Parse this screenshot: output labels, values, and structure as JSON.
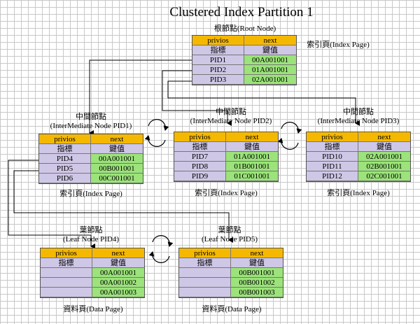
{
  "title": "Clustered Index Partition 1",
  "root": {
    "caption": "根節點(Root Node)",
    "page_label": "索引頁(Index Page)",
    "header": [
      "privios",
      "next"
    ],
    "subheader": [
      "指標",
      "鍵值"
    ],
    "rows": [
      [
        "PID1",
        "00A001001"
      ],
      [
        "PID2",
        "01A001001"
      ],
      [
        "PID3",
        "02A001001"
      ]
    ]
  },
  "intermediate": [
    {
      "caption1": "中間節點",
      "caption2": "(InterMediate Node PID1)",
      "page_label": "索引頁(Index Page)",
      "header": [
        "privios",
        "next"
      ],
      "subheader": [
        "指標",
        "鍵值"
      ],
      "rows": [
        [
          "PID4",
          "00A001001"
        ],
        [
          "PID5",
          "00B001001"
        ],
        [
          "PID6",
          "00C001001"
        ]
      ]
    },
    {
      "caption1": "中間節點",
      "caption2": "(InterMediate Node PID2)",
      "page_label": "索引頁(Index Page)",
      "header": [
        "privios",
        "next"
      ],
      "subheader": [
        "指標",
        "鍵值"
      ],
      "rows": [
        [
          "PID7",
          "01A001001"
        ],
        [
          "PID8",
          "01B001001"
        ],
        [
          "PID9",
          "01C001001"
        ]
      ]
    },
    {
      "caption1": "中間節點",
      "caption2": "(InterMediate Node PID3)",
      "page_label": "索引頁(Index Page)",
      "header": [
        "privios",
        "next"
      ],
      "subheader": [
        "指標",
        "鍵值"
      ],
      "rows": [
        [
          "PID10",
          "02A001001"
        ],
        [
          "PID11",
          "02B001001"
        ],
        [
          "PID12",
          "02C001001"
        ]
      ]
    }
  ],
  "leaves": [
    {
      "caption1": "葉節點",
      "caption2": "(Leaf Node PID4)",
      "page_label": "資料頁(Data Page)",
      "header": [
        "privios",
        "next"
      ],
      "subheader": [
        "指標",
        "鍵值"
      ],
      "rows": [
        [
          "",
          "00A001001"
        ],
        [
          "",
          "00A001002"
        ],
        [
          "",
          "00A001003"
        ]
      ]
    },
    {
      "caption1": "葉節點",
      "caption2": "(Leaf Node PID5)",
      "page_label": "資料頁(Data Page)",
      "header": [
        "privios",
        "next"
      ],
      "subheader": [
        "指標",
        "鍵值"
      ],
      "rows": [
        [
          "",
          "00B001001"
        ],
        [
          "",
          "00B001002"
        ],
        [
          "",
          "00B001003"
        ]
      ]
    }
  ]
}
